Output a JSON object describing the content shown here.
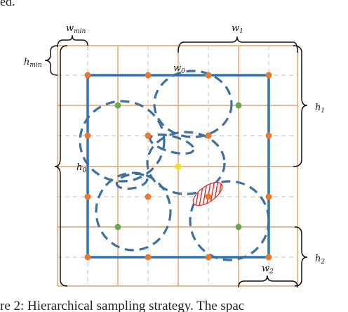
{
  "labels": {
    "w_min": "w",
    "w_min_sub": "min",
    "w1": "w",
    "w1_sub": "1",
    "w0": "w",
    "w0_sub": "0",
    "w2": "w",
    "w2_sub": "2",
    "h_min": "h",
    "h_min_sub": "min",
    "h0": "h",
    "h0_sub": "0",
    "h1": "h",
    "h1_sub": "1",
    "h2": "h",
    "h2_sub": "2"
  },
  "caption": {
    "top_fragment": "ed.",
    "bottom": "re 2: Hierarchical sampling strategy. The spac"
  },
  "colors": {
    "grid_orange": "#e8a06a",
    "grid_dashed": "#c8c8c8",
    "box_blue": "#2e75b6",
    "circle_blue": "#3d6fa0",
    "dot_orange": "#e87a2e",
    "dot_green": "#6aa84f",
    "dot_yellow": "#f0e020",
    "hatch_red": "#e03030",
    "brace_black": "#111111"
  }
}
